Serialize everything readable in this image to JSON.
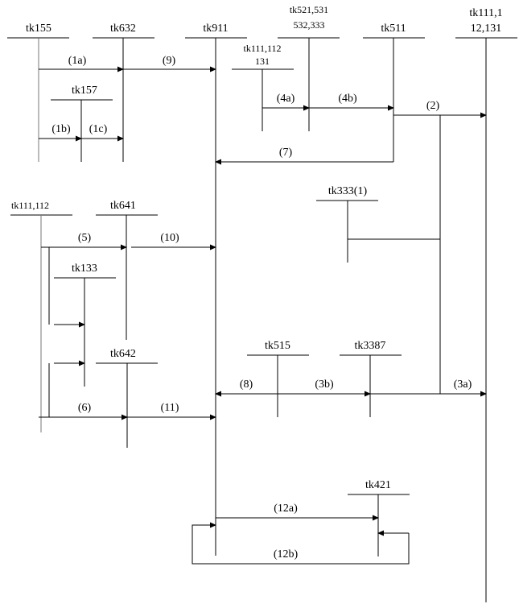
{
  "diagram": {
    "type": "signal-flow-sequence",
    "nodes": {
      "tk155": "tk155",
      "tk632": "tk632",
      "tk911": "tk911",
      "tk521": [
        "tk521,531",
        "532,333"
      ],
      "tk511": "tk511",
      "tk111_top": [
        "tk111,1",
        "12,131"
      ],
      "tk111_inner": [
        "tk111,112",
        "131"
      ],
      "tk157": "tk157",
      "tk333": "tk333(1)",
      "tk111_112": "tk111,112",
      "tk641": "tk641",
      "tk133": "tk133",
      "tk642": "tk642",
      "tk515": "tk515",
      "tk3387": "tk3387",
      "tk421": "tk421"
    },
    "edges": {
      "e1a": "(1a)",
      "e9": "(9)",
      "e1b": "(1b)",
      "e1c": "(1c)",
      "e4a": "(4a)",
      "e4b": "(4b)",
      "e2": "(2)",
      "e7": "(7)",
      "e5": "(5)",
      "e10": "(10)",
      "e6": "(6)",
      "e11": "(11)",
      "e8": "(8)",
      "e3b": "(3b)",
      "e3a": "(3a)",
      "e12a": "(12a)",
      "e12b": "(12b)"
    },
    "flows": [
      {
        "label": "(1a)",
        "from": "tk155",
        "to": "tk632"
      },
      {
        "label": "(9)",
        "from": "tk632",
        "to": "tk911"
      },
      {
        "label": "(1b)",
        "from": "tk155",
        "to": "tk157"
      },
      {
        "label": "(1c)",
        "from": "tk157",
        "to": "tk632"
      },
      {
        "label": "(4a)",
        "from": "tk111,112,131",
        "to": "tk521,531,532,333"
      },
      {
        "label": "(4b)",
        "from": "tk521,531,532,333",
        "to": "tk511"
      },
      {
        "label": "(2)",
        "from": "tk511",
        "to": "tk111,112,131"
      },
      {
        "label": "(7)",
        "from": "tk511",
        "to": "tk911"
      },
      {
        "label": "(5)",
        "from": "tk111,112",
        "to": "tk641"
      },
      {
        "label": "(10)",
        "from": "tk641",
        "to": "tk911"
      },
      {
        "label": "",
        "from": "tk111,112",
        "to": "tk133"
      },
      {
        "label": "(6)",
        "from": "tk111,112",
        "to": "tk642"
      },
      {
        "label": "(11)",
        "from": "tk642",
        "to": "tk911"
      },
      {
        "label": "(8)",
        "from": "tk3387",
        "to": "tk911"
      },
      {
        "label": "(3b)",
        "from": "tk333(1)",
        "to": "tk3387"
      },
      {
        "label": "(3a)",
        "from": "tk333(1)",
        "to": "tk111,112,131"
      },
      {
        "label": "(12a)",
        "from": "tk911",
        "to": "tk421"
      },
      {
        "label": "(12b)",
        "from": "tk421",
        "to": "tk911"
      }
    ]
  }
}
